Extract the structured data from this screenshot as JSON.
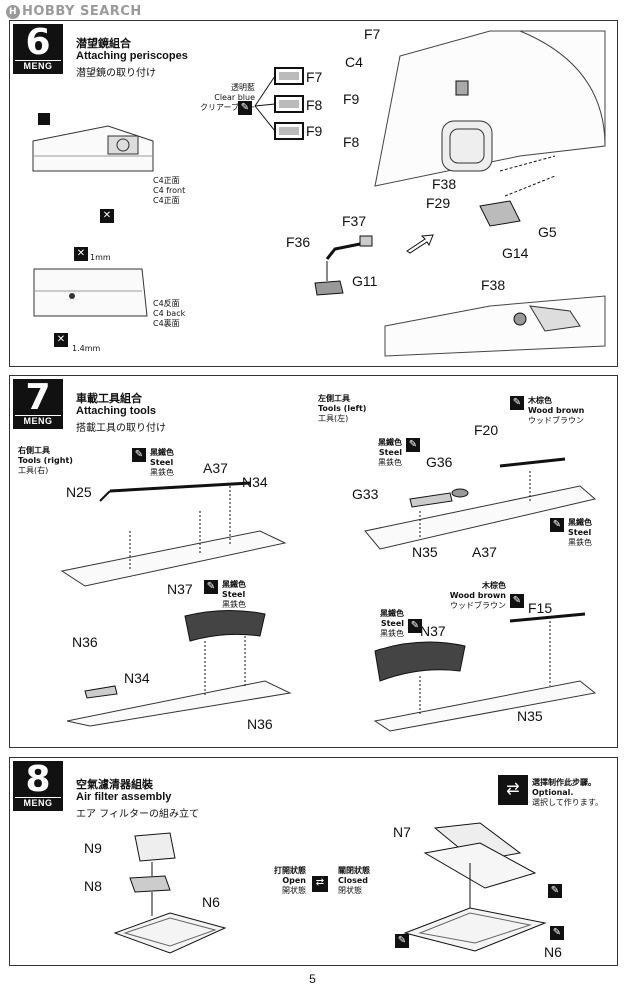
{
  "watermark": "HOBBY SEARCH",
  "brand": "MENG",
  "page_number": "5",
  "steps": [
    {
      "number": "6",
      "title_zh": "潜望鏡組合",
      "title_en": "Attaching periscopes",
      "title_ja": "潜望鏡の取り付け",
      "paint": {
        "zh": "透明藍",
        "en": "Clear blue",
        "ja": "クリアーブルー"
      },
      "periscope_parts": [
        "F7",
        "F8",
        "F9"
      ],
      "c4_front": {
        "zh": "C4正面",
        "en": "C4 front",
        "ja": "C4正面"
      },
      "c4_back": {
        "zh": "C4反面",
        "en": "C4 back",
        "ja": "C4裏面"
      },
      "dims": [
        "1mm",
        "1.4mm"
      ],
      "labels": [
        "F7",
        "C4",
        "F9",
        "F8",
        "F38",
        "F29",
        "G5",
        "G14",
        "F37",
        "F36",
        "G11",
        "F38"
      ]
    },
    {
      "number": "7",
      "title_zh": "車載工具組合",
      "title_en": "Attaching tools",
      "title_ja": "搭載工具の取り付け",
      "tools_right": {
        "zh": "右側工具",
        "en": "Tools (right)",
        "ja": "工具(右)"
      },
      "tools_left": {
        "zh": "左側工具",
        "en": "Tools (left)",
        "ja": "工具(左)"
      },
      "steel": {
        "zh": "黑鐵色",
        "en": "Steel",
        "ja": "黒鉄色"
      },
      "wood": {
        "zh": "木棕色",
        "en": "Wood brown",
        "ja": "ウッドブラウン"
      },
      "labels": [
        "A37",
        "N34",
        "N25",
        "F20",
        "G36",
        "G33",
        "N35",
        "A37",
        "N37",
        "N36",
        "N34",
        "N36",
        "F15",
        "N37",
        "N35"
      ]
    },
    {
      "number": "8",
      "title_zh": "空氣濾清器組裝",
      "title_en": "Air filter assembly",
      "title_ja": "エア フィルターの組み立て",
      "optional": {
        "zh": "選擇制作此步驟。",
        "en": "Optional.",
        "ja": "選択して作ります。"
      },
      "open": {
        "zh": "打開狀態",
        "en": "Open",
        "ja": "開状態"
      },
      "closed": {
        "zh": "關閉狀態",
        "en": "Closed",
        "ja": "閉状態"
      },
      "labels": [
        "N9",
        "N8",
        "N6",
        "N7",
        "N6"
      ]
    }
  ]
}
